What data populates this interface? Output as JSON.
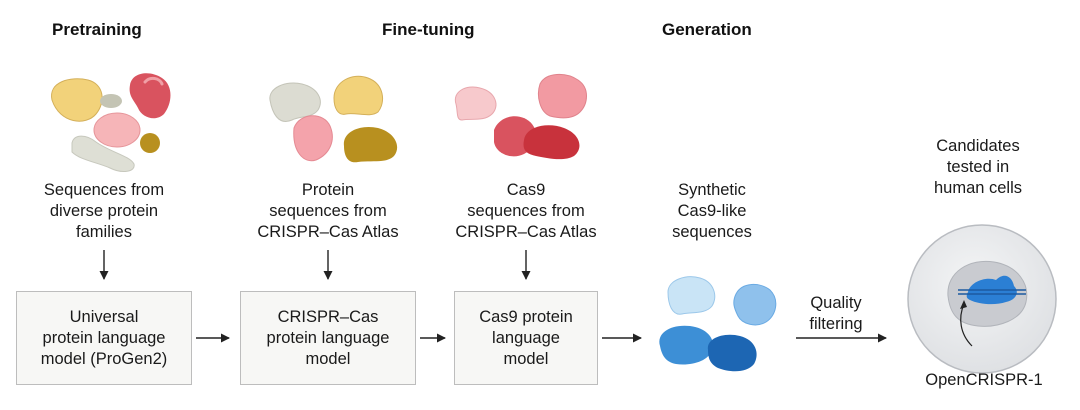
{
  "headers": {
    "pretraining": "Pretraining",
    "finetuning": "Fine-tuning",
    "generation": "Generation"
  },
  "labels": {
    "diverse": [
      "Sequences from",
      "diverse protein",
      "families"
    ],
    "protein_atlas": [
      "Protein",
      "sequences from",
      "CRISPR–Cas Atlas"
    ],
    "cas9_atlas": [
      "Cas9",
      "sequences from",
      "CRISPR–Cas Atlas"
    ],
    "synthetic": [
      "Synthetic",
      "Cas9-like",
      "sequences"
    ],
    "candidates": [
      "Candidates",
      "tested in",
      "human cells"
    ],
    "quality": [
      "Quality",
      "filtering"
    ],
    "opencrispr": "OpenCRISPR-1"
  },
  "boxes": {
    "universal": [
      "Universal",
      "protein language",
      "model (ProGen2)"
    ],
    "crispr_cas": [
      "CRISPR–Cas",
      "protein language",
      "model"
    ],
    "cas9": [
      "Cas9 protein",
      "language",
      "model"
    ]
  },
  "colors": {
    "yellow": "#f2d27a",
    "grey_blob": "#dcdcd2",
    "red": "#d9535f",
    "pink": "#f2a9ad",
    "olive": "#b8901f",
    "dark_red": "#c8323c",
    "light_blue": "#a9d3f0",
    "blue": "#3d8fd6",
    "dark_blue": "#1d66b3",
    "cell": "#e9eaec",
    "nucleus": "#c9cbd0"
  }
}
